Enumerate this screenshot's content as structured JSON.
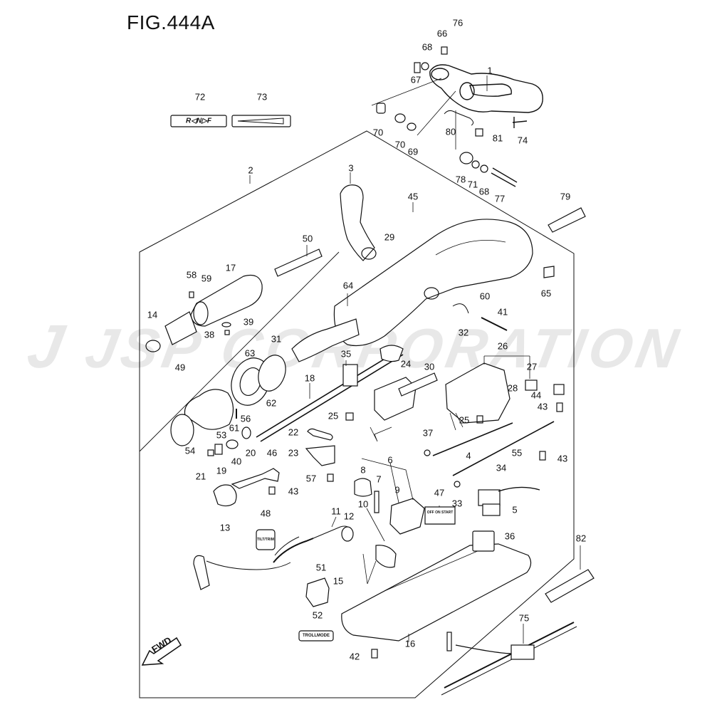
{
  "figure": {
    "title": "FIG.444A"
  },
  "watermark": {
    "mark": "J",
    "text": "JSP CORPORATION"
  },
  "labels": {
    "l1": "1",
    "l2": "2",
    "l3": "3",
    "l4": "4",
    "l5": "5",
    "l6": "6",
    "l7": "7",
    "l8": "8",
    "l9": "9",
    "l10": "10",
    "l11": "11",
    "l12": "12",
    "l13": "13",
    "l14": "14",
    "l15": "15",
    "l16": "16",
    "l17": "17",
    "l18": "18",
    "l19": "19",
    "l20": "20",
    "l21": "21",
    "l22": "22",
    "l23": "23",
    "l24": "24",
    "l25a": "25",
    "l25b": "25",
    "l26": "26",
    "l27": "27",
    "l28": "28",
    "l29": "29",
    "l30": "30",
    "l31": "31",
    "l32": "32",
    "l33": "33",
    "l34": "34",
    "l35": "35",
    "l36": "36",
    "l37": "37",
    "l38": "38",
    "l39": "39",
    "l40": "40",
    "l41": "41",
    "l42": "42",
    "l43a": "43",
    "l43b": "43",
    "l43c": "43",
    "l44": "44",
    "l45": "45",
    "l46": "46",
    "l47": "47",
    "l48": "48",
    "l49": "49",
    "l50": "50",
    "l51": "51",
    "l52": "52",
    "l53": "53",
    "l54": "54",
    "l55": "55",
    "l56": "56",
    "l57": "57",
    "l58": "58",
    "l59": "59",
    "l60": "60",
    "l61": "61",
    "l62": "62",
    "l63": "63",
    "l64": "64",
    "l65": "65",
    "l66": "66",
    "l67": "67",
    "l68a": "68",
    "l68b": "68",
    "l69": "69",
    "l70a": "70",
    "l70b": "70",
    "l71": "71",
    "l72": "72",
    "l73": "73",
    "l74": "74",
    "l75": "75",
    "l76": "76",
    "l77": "77",
    "l78": "78",
    "l79": "79",
    "l80": "80",
    "l81": "81",
    "l82": "82"
  },
  "decals": {
    "shift_decal": "R◁N▷F",
    "trim_tag": "TILT/TRIM",
    "lock_tag": "TROLLMODE",
    "switch_tag": "OFF ON START"
  },
  "direction_arrow": {
    "label": "FWD"
  }
}
